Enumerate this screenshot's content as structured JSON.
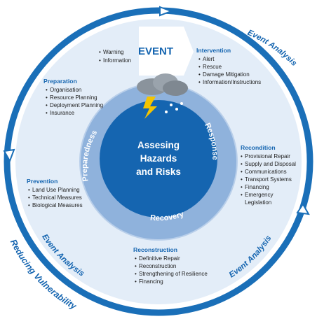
{
  "center": {
    "lines": [
      "Assesing",
      "Hazards",
      "and Risks"
    ]
  },
  "inner_ring": {
    "preparedness": "Preparedness",
    "response": "Response",
    "recovery": "Recovery"
  },
  "event": {
    "title": "EVENT",
    "items": [
      "Warning",
      "Information"
    ]
  },
  "intervention": {
    "title": "Intervention",
    "items": [
      "Alert",
      "Rescue",
      "Damage Mitigation",
      "Information/Instructions"
    ]
  },
  "preparation": {
    "title": "Preparation",
    "items": [
      "Organisation",
      "Resource Planning",
      "Deployment Planning",
      "Insurance"
    ]
  },
  "recondition": {
    "title": "Recondition",
    "items": [
      "Provisional Repair",
      "Supply and Disposal",
      "Communications",
      "Transport Systems",
      "Financing",
      "Emergency",
      "Legislation"
    ]
  },
  "prevention": {
    "title": "Prevention",
    "items": [
      "Land Use Planning",
      "Technical Measures",
      "Biological Measures"
    ]
  },
  "reconstruction": {
    "title": "Reconstruction",
    "items": [
      "Definitive Repair",
      "Reconstruction",
      "Strengthening of Resilience",
      "Financing"
    ]
  },
  "outer_ring": {
    "event_analysis_top": "Event Analysis",
    "reducing_vulnerability": "Reducing Vulnerability",
    "event_analysis_left": "Event Analysis",
    "event_analysis_right": "Event Analysis"
  },
  "colors": {
    "ring_dark": "#1a6fb8",
    "disc_light": "#e3edf8",
    "inner_band": "#8fb2dc",
    "center_disc": "#1565b0",
    "head_text": "#1565b0"
  }
}
